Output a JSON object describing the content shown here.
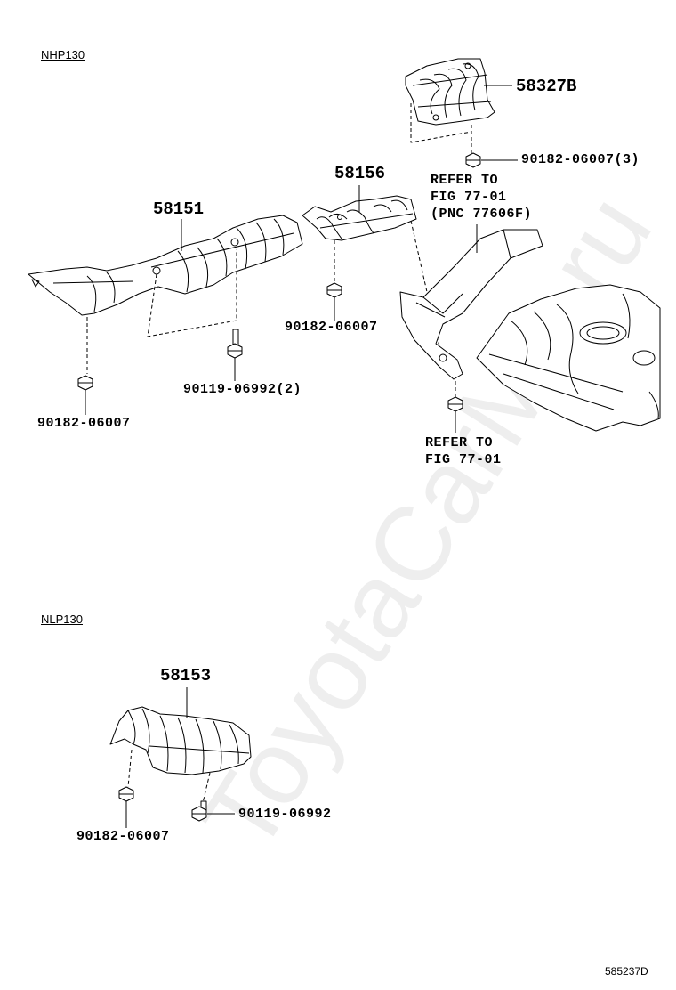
{
  "watermark": "ToyotaCarMe.ru",
  "sections": [
    {
      "label": "NHP130"
    },
    {
      "label": "NLP130"
    }
  ],
  "parts": {
    "p58327b": "58327B",
    "p58156": "58156",
    "p58151": "58151",
    "p58153": "58153"
  },
  "fasteners": {
    "nut_top_right": "90182-06007(3)",
    "nut_mid": "90182-06007",
    "bolt_mid": "90119-06992(2)",
    "nut_left": "90182-06007",
    "nut_lower": "90182-06007",
    "bolt_lower": "90119-06992"
  },
  "references": {
    "ref1_line1": "REFER TO",
    "ref1_line2": "FIG 77-01",
    "ref1_line3": "(PNC 77606F)",
    "ref2_line1": "REFER TO",
    "ref2_line2": "FIG 77-01"
  },
  "figure_code": "585237D"
}
